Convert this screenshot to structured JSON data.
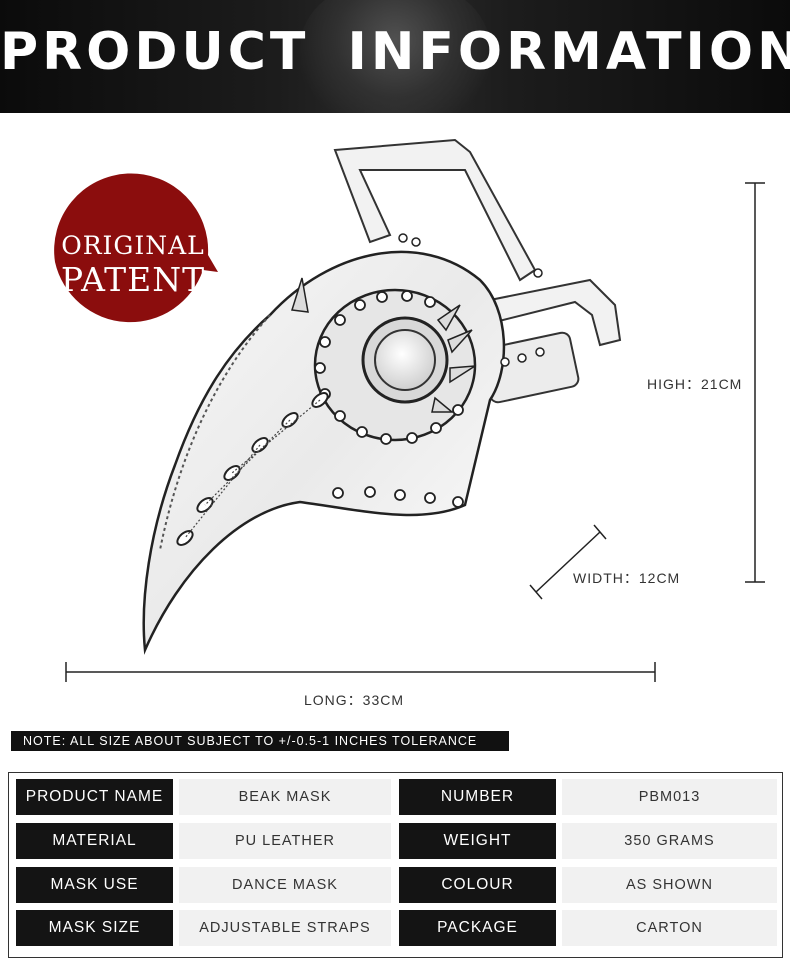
{
  "header": {
    "title": "PRODUCT INFORMATION"
  },
  "badge": {
    "line1": "ORIGINAL",
    "line2": "PATENT",
    "color": "#8b0d0d"
  },
  "dimensions": {
    "high": "HIGH：21CM",
    "width": "WIDTH：12CM",
    "long": "LONG：33CM"
  },
  "note": "NOTE: ALL SIZE ABOUT SUBJECT TO +/-0.5-1 INCHES TOLERANCE",
  "specs": {
    "rows": [
      {
        "label1": "PRODUCT NAME",
        "value1": "BEAK MASK",
        "label2": "NUMBER",
        "value2": "PBM013"
      },
      {
        "label1": "MATERIAL",
        "value1": "PU LEATHER",
        "label2": "WEIGHT",
        "value2": "350 GRAMS"
      },
      {
        "label1": "MASK USE",
        "value1": "DANCE MASK",
        "label2": "COLOUR",
        "value2": "AS SHOWN"
      },
      {
        "label1": "MASK SIZE",
        "value1": "ADJUSTABLE STRAPS",
        "label2": "PACKAGE",
        "value2": "CARTON"
      }
    ]
  }
}
